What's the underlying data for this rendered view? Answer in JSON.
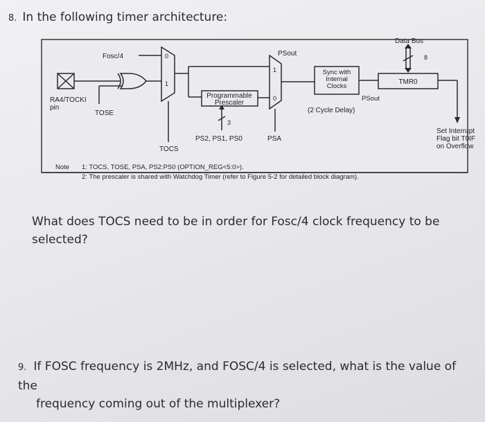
{
  "question8": {
    "number": "8.",
    "title": "In the following timer architecture:",
    "question": "What does TOCS need to be in order for Fosc/4 clock frequency to be selected?"
  },
  "question9": {
    "number": "9.",
    "line1": "If FOSC frequency is 2MHz, and FOSC/4 is selected, what is the value of the",
    "line2": "frequency coming out of the multiplexer?"
  },
  "diagram": {
    "fosc": "Fosc/4",
    "pin1": "RA4/TOCKI",
    "pin2": "pin",
    "tose": "TOSE",
    "tocs": "TOCS",
    "mux1_in0": "0",
    "mux1_in1": "1",
    "prescaler1": "Programmable",
    "prescaler2": "Prescaler",
    "bus3": "3",
    "ps_bits": "PS2, PS1, PS0",
    "mux2_in1": "1",
    "mux2_in0": "0",
    "psa": "PSA",
    "psout_top": "PSout",
    "sync1": "Sync with",
    "sync2": "Internal",
    "sync3": "Clocks",
    "psout_right": "PSout",
    "delay": "(2 Cycle Delay)",
    "databus": "Data Bus",
    "bus8": "8",
    "tmr0": "TMR0",
    "flag1": "Set Interrupt",
    "flag2": "Flag bit T0IF",
    "flag3": "on Overflow",
    "note_label": "Note",
    "note1": "1:  TOCS, TOSE, PSA, PS2:PS0 (OPTION_REG<5:0>).",
    "note2": "2:  The prescaler is shared with Watchdog Timer (refer to Figure 5-2 for detailed block diagram)."
  }
}
